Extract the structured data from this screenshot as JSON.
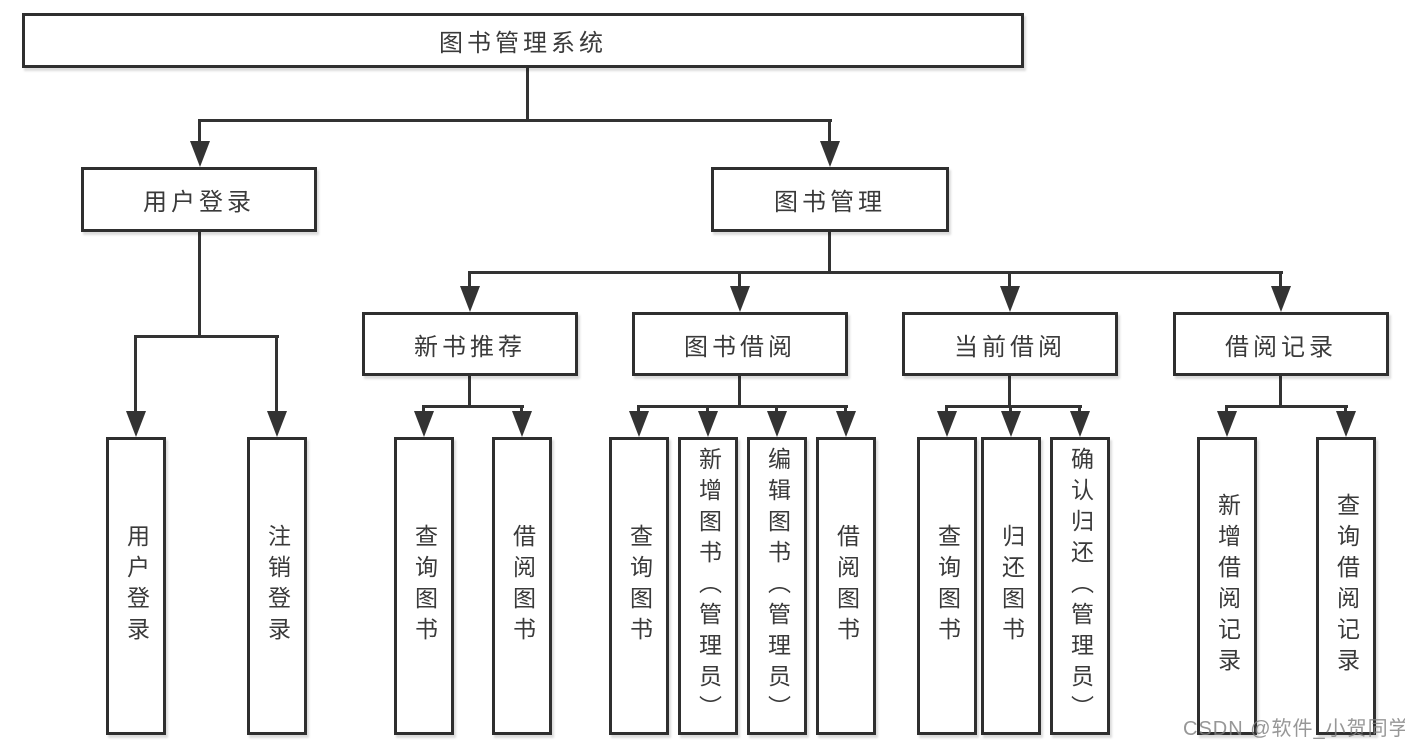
{
  "colors": {
    "line": "#333333",
    "box_border": "#2f2f2f",
    "text": "#3a3a3a",
    "watermark": "#808080",
    "background": "#ffffff"
  },
  "tree": {
    "root": {
      "label": "图书管理系统"
    },
    "branches": [
      {
        "label": "用户登录",
        "children": [
          {
            "label": "用户登录"
          },
          {
            "label": "注销登录"
          }
        ]
      },
      {
        "label": "图书管理",
        "children": [
          {
            "label": "新书推荐",
            "children": [
              {
                "label": "查询图书"
              },
              {
                "label": "借阅图书"
              }
            ]
          },
          {
            "label": "图书借阅",
            "children": [
              {
                "label": "查询图书"
              },
              {
                "label": "新增图书（管理员）"
              },
              {
                "label": "编辑图书（管理员）"
              },
              {
                "label": "借阅图书"
              }
            ]
          },
          {
            "label": "当前借阅",
            "children": [
              {
                "label": "查询图书"
              },
              {
                "label": "归还图书"
              },
              {
                "label": "确认归还（管理员）"
              }
            ]
          },
          {
            "label": "借阅记录",
            "children": [
              {
                "label": "新增借阅记录"
              },
              {
                "label": "查询借阅记录"
              }
            ]
          }
        ]
      }
    ]
  },
  "watermark": "CSDN @软件_小贺同学"
}
